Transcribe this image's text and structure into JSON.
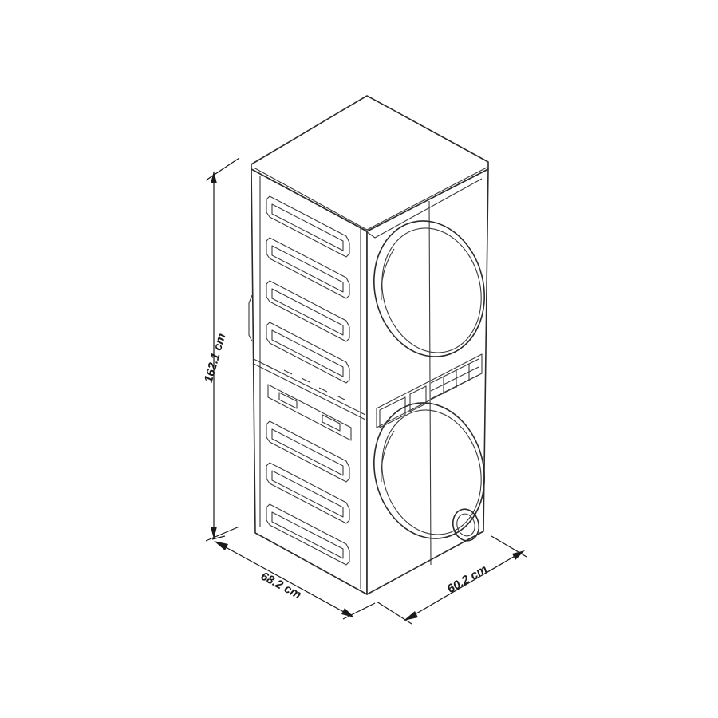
{
  "dimensions": {
    "height": "162.1 cm",
    "width": "68.2 cm",
    "depth": "60.2 cm"
  },
  "colors": {
    "line": "#2b2b2b",
    "background": "#ffffff"
  }
}
